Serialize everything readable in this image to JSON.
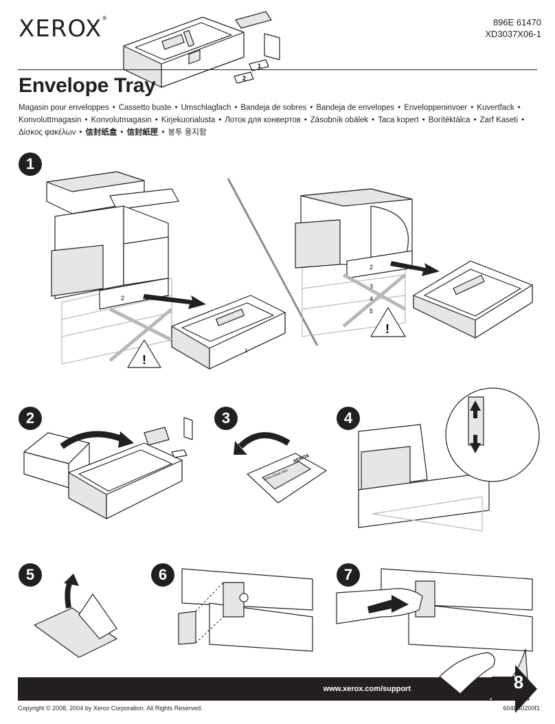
{
  "brand": {
    "logo": "XEROX",
    "registered_mark": "®"
  },
  "doc_codes": {
    "line1": "896E  61470",
    "line2": "XD3037X06-1"
  },
  "title": "Envelope Tray",
  "translations": {
    "fr": "Magasin pour enveloppes",
    "it": "Cassetto buste",
    "de": "Umschlagfach",
    "pt": "Bandeja de sobres",
    "es": "Bandeja de envelopes",
    "nl": "Enveloppeninvoer",
    "sv": "Kuvertfack",
    "da": "Konvoluttmagasin",
    "no": "Konvolutmagasin",
    "fi": "Kirjekuorialusta",
    "ru": "Лоток для конвертов",
    "cs": "Zásobník obálek",
    "pl": "Taca kopert",
    "hu": "Borítéktálca",
    "tr": "Zarf Kaseti",
    "el": "Δίσκος φακέλων",
    "zh_cn": "信封纸盒",
    "zh_tw": "信封紙匣",
    "ko": "봉투 용지함",
    "separator": "•"
  },
  "steps": [
    "1",
    "2",
    "3",
    "4",
    "5",
    "6",
    "7"
  ],
  "illustration_labels": {
    "tray_label_1": "1",
    "tray_label_2": "2",
    "bag_brand": "XEROX",
    "bag_caption": "Xerox Clean Inks",
    "tray_number_2": "2",
    "tray_number_3": "3",
    "tray_number_4": "4",
    "tray_number_5": "5",
    "warning_symbol": "!"
  },
  "footer": {
    "url": "www.xerox.com/support",
    "next_step": "8",
    "copyright": "Copyright © 2008, 2004 by Xerox Corporation.  All Rights Reserved.",
    "doc_id": "604E40200f1"
  },
  "icons": [
    "warning-triangle-icon",
    "next-arrow-icon"
  ],
  "colors": {
    "ink": "#231f20",
    "paper": "#ffffff",
    "shade": "#e6e6e6",
    "ghost": "#b8b8b8"
  }
}
